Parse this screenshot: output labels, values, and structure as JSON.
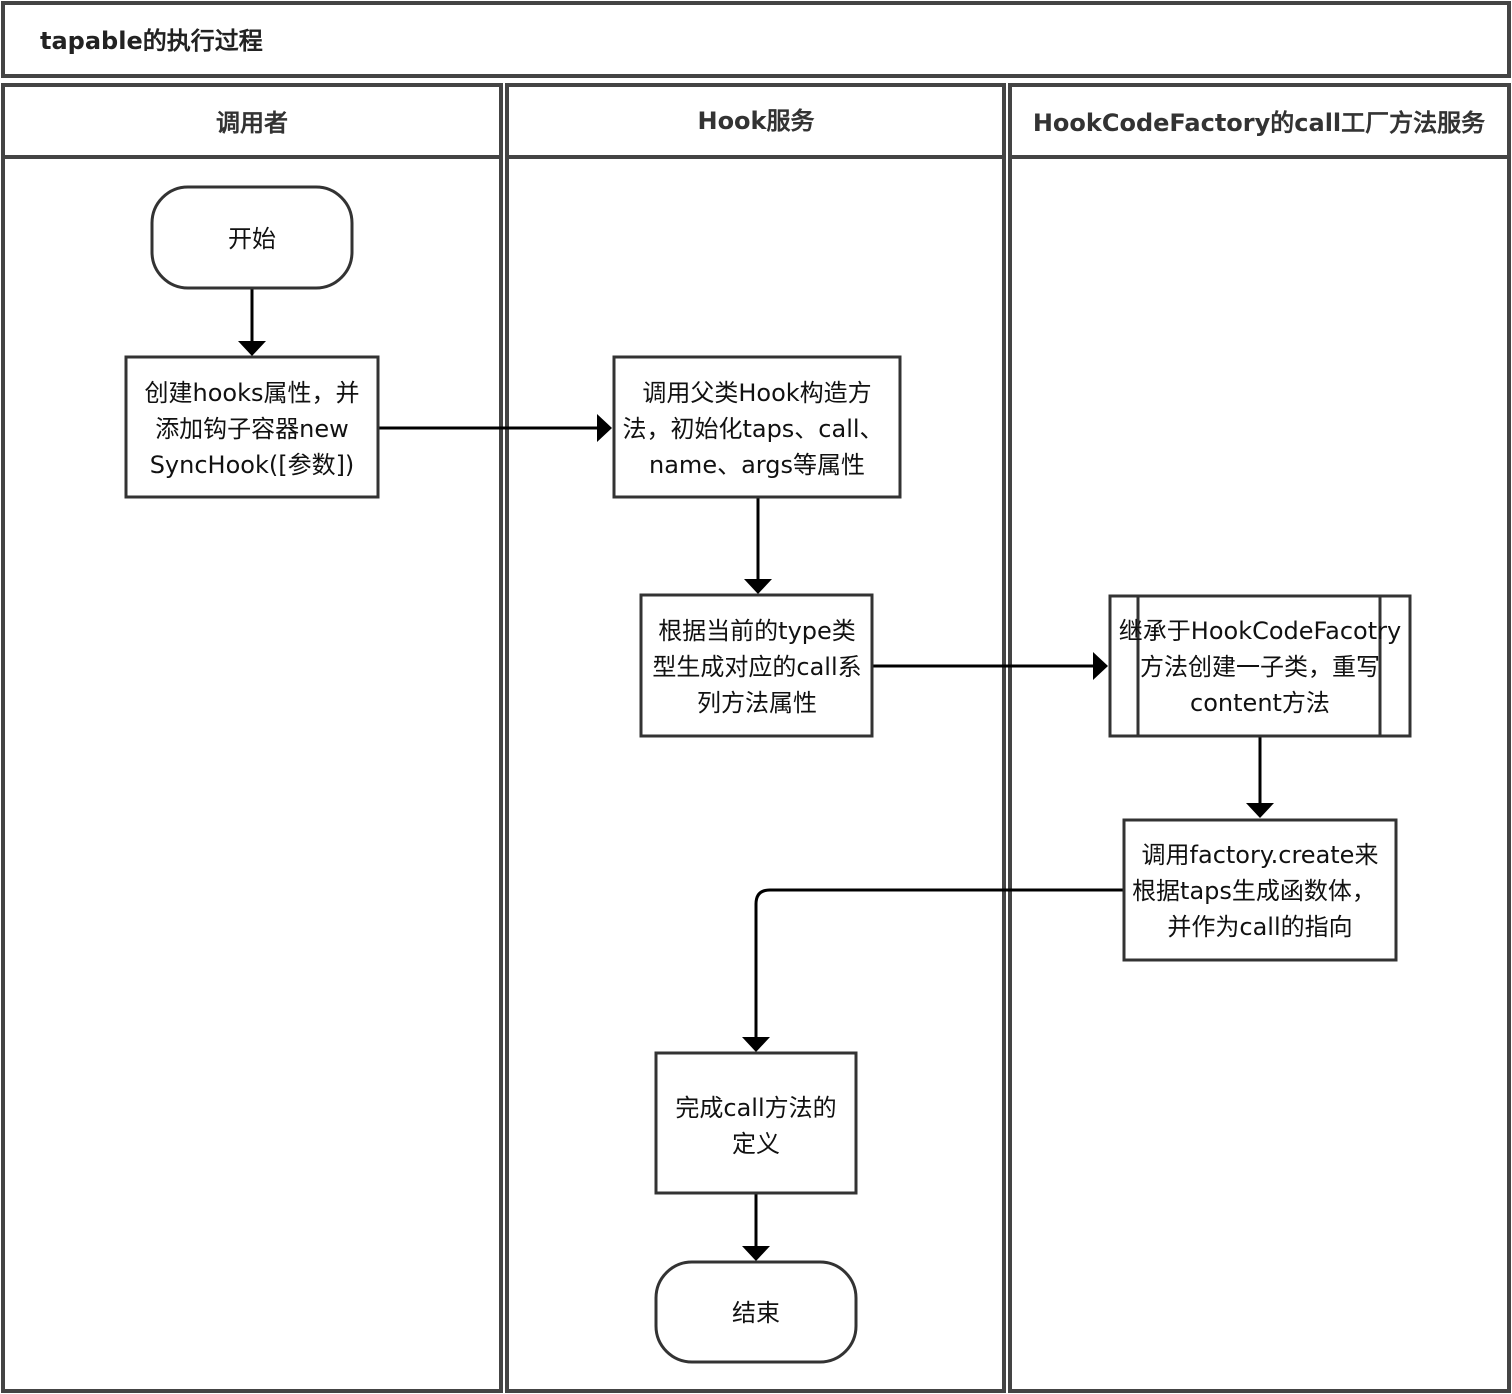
{
  "title": "tapable的执行过程",
  "lanes": [
    {
      "id": "caller",
      "label": "调用者"
    },
    {
      "id": "hook",
      "label": "Hook服务"
    },
    {
      "id": "factory",
      "label": "HookCodeFactory的call工厂方法服务"
    }
  ],
  "nodes": [
    {
      "id": "start",
      "lane": "caller",
      "shape": "terminal",
      "lines": [
        "开始"
      ]
    },
    {
      "id": "create-hooks",
      "lane": "caller",
      "shape": "process",
      "lines": [
        "创建hooks属性，并",
        "添加钩子容器new",
        "SyncHook([参数])"
      ]
    },
    {
      "id": "call-parent",
      "lane": "hook",
      "shape": "process",
      "lines": [
        "调用父类Hook构造方",
        "法，初始化taps、call、",
        "name、args等属性"
      ]
    },
    {
      "id": "gen-call",
      "lane": "hook",
      "shape": "process",
      "lines": [
        "根据当前的type类",
        "型生成对应的call系",
        "列方法属性"
      ]
    },
    {
      "id": "inherit",
      "lane": "factory",
      "shape": "subprocess",
      "lines": [
        "继承于HookCodeFacotry",
        "方法创建一子类，重写",
        "content方法"
      ]
    },
    {
      "id": "factory-create",
      "lane": "factory",
      "shape": "process",
      "lines": [
        "调用factory.create来",
        "根据taps生成函数体，",
        "并作为call的指向"
      ]
    },
    {
      "id": "finish-def",
      "lane": "hook",
      "shape": "process",
      "lines": [
        "完成call方法的",
        "定义"
      ]
    },
    {
      "id": "end",
      "lane": "hook",
      "shape": "terminal",
      "lines": [
        "结束"
      ]
    }
  ],
  "edges": [
    {
      "from": "start",
      "to": "create-hooks"
    },
    {
      "from": "create-hooks",
      "to": "call-parent"
    },
    {
      "from": "call-parent",
      "to": "gen-call"
    },
    {
      "from": "gen-call",
      "to": "inherit"
    },
    {
      "from": "inherit",
      "to": "factory-create"
    },
    {
      "from": "factory-create",
      "to": "finish-def"
    },
    {
      "from": "finish-def",
      "to": "end"
    }
  ]
}
